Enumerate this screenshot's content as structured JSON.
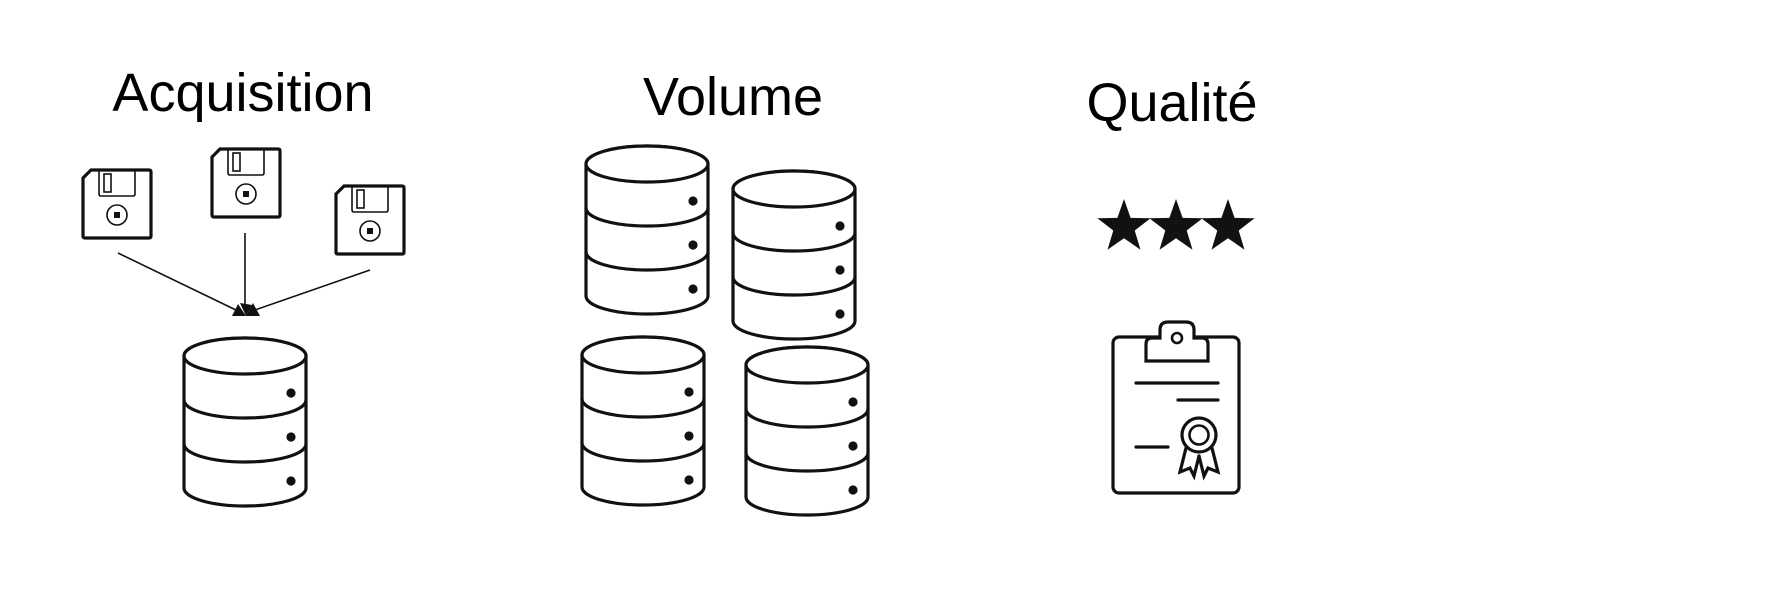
{
  "sections": [
    {
      "id": "acquisition",
      "title": "Acquisition"
    },
    {
      "id": "volume",
      "title": "Volume"
    },
    {
      "id": "quality",
      "title": "Qualité",
      "rating": {
        "stars": 3
      }
    }
  ],
  "icons": {
    "acquisition": [
      "floppy-disk-icon",
      "floppy-disk-icon",
      "floppy-disk-icon",
      "arrow-icon",
      "database-icon"
    ],
    "volume": [
      "database-icon",
      "database-icon",
      "database-icon",
      "database-icon"
    ],
    "quality": [
      "star-icon",
      "clipboard-certificate-icon"
    ]
  },
  "colors": {
    "ink": "#111111",
    "background": "#ffffff"
  }
}
